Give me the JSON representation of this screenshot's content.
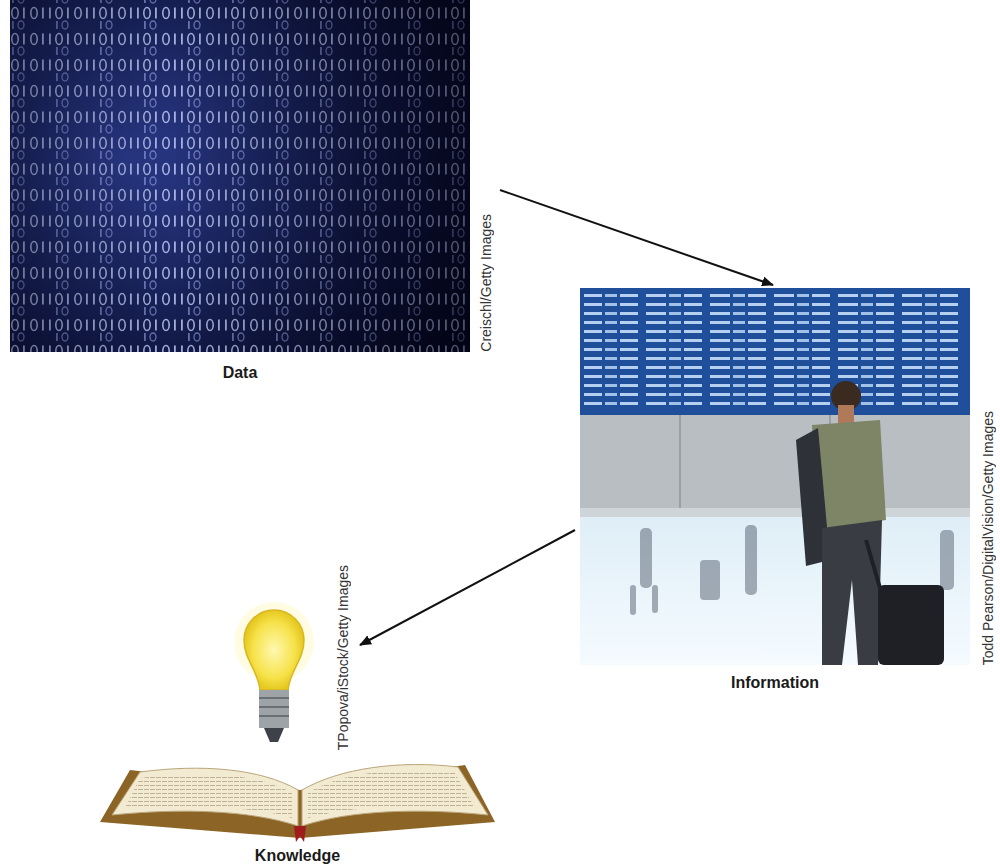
{
  "diagram": {
    "nodes": [
      {
        "text": [
          "Data",
          "Creischl/Getty Images"
        ]
      },
      {
        "text": [
          "Information",
          "Todd Pearson/DigitalVision/Getty Images"
        ]
      },
      {
        "text": [
          "Knowledge",
          "TPopova/iStock/Getty Images"
        ]
      }
    ],
    "edges": [
      {
        "from": 0,
        "to": 1,
        "arrow": "to"
      },
      {
        "from": 1,
        "to": 2,
        "arrow": "to"
      }
    ]
  }
}
